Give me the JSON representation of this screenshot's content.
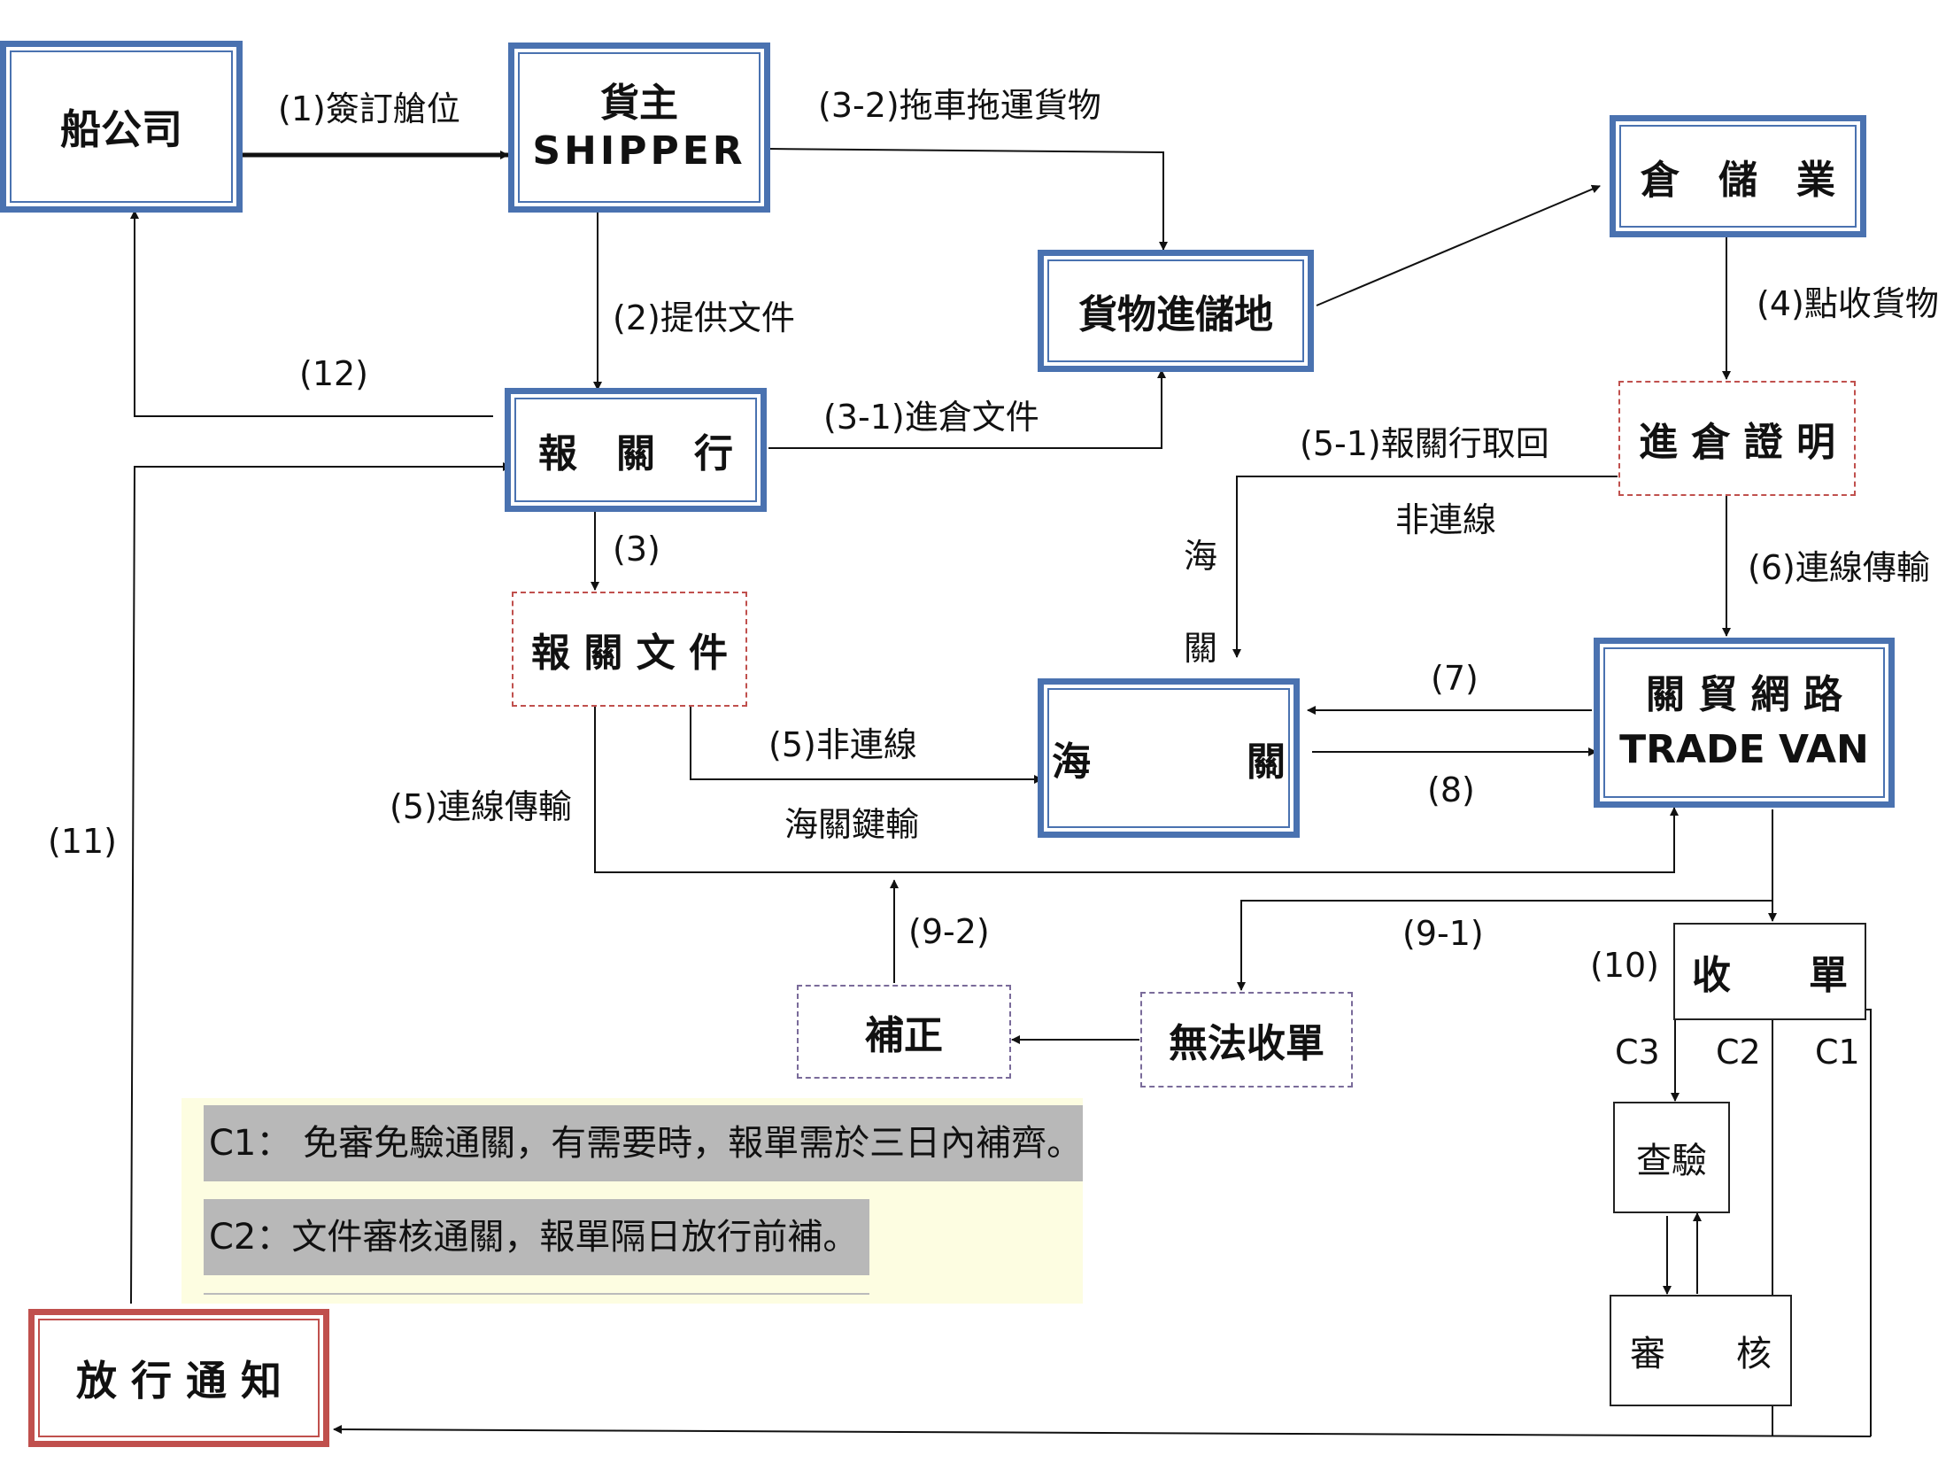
{
  "nodes": {
    "shipping_company": "船公司",
    "shipper_cn": "貨主",
    "shipper_en": "SHIPPER",
    "cargo_storage": "貨物進儲地",
    "warehouse": "倉　儲　業",
    "customs_broker": "報　關　行",
    "warehouse_receipt": "進 倉 證 明",
    "customs_documents": "報 關 文 件",
    "customs": "海　　　　關",
    "trade_van_cn": "關 貿 網 路",
    "trade_van_en": "TRADE VAN",
    "receive_declaration": "收　　單",
    "correction": "補正",
    "cannot_receive": "無法收單",
    "inspection": "查驗",
    "review": "審　　核",
    "release_notice": "放 行 通 知"
  },
  "labels": {
    "l1": "(1)簽訂艙位",
    "l2": "(2)提供文件",
    "l3_2": "(3-2)拖車拖運貨物",
    "l3_1": "(3-1)進倉文件",
    "l4": "(4)點收貨物",
    "l12": "(12)",
    "l5_1": "(5-1)報關行取回",
    "non_online": "非連線",
    "customs_vertical": [
      "海",
      "關"
    ],
    "l3": "(3)",
    "l6": "(6)連線傳輸",
    "l7": "(7)",
    "l8": "(8)",
    "l5_offline": "(5)非連線",
    "customs_keyin": "海關鍵輸",
    "l5_online": "(5)連線傳輸",
    "l11": "(11)",
    "l9_2": "(9-2)",
    "l9_1": "(9-1)",
    "l10": "(10)",
    "c3": "C3",
    "c2": "C2",
    "c1": "C1"
  },
  "notes": {
    "c1": "C1：  免審免驗通關，有需要時，報單需於三日內補齊。",
    "c2": "C2：文件審核通關，報單隔日放行前補。"
  },
  "colors": {
    "box_blue": "#4a72b0",
    "box_red": "#c0504d",
    "dash_purple": "#7a6b9a",
    "note_bg": "#fdfde1",
    "note_highlight": "#b8b8b8"
  }
}
